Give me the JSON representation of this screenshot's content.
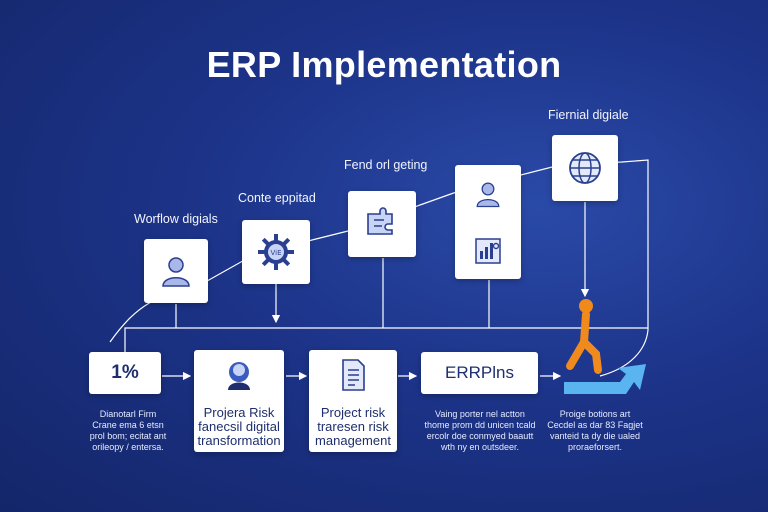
{
  "title": "ERP Implementation",
  "top_labels": {
    "workflow": "Worflow digials",
    "conte": "Conte eppitad",
    "fend": "Fend orl geting",
    "fiernial": "Fiernial digiale"
  },
  "boxes": {
    "percent": "1%",
    "box2_line1": "Projera Risk",
    "box2_line2": "fanecsil digital",
    "box2_line3": "transformation",
    "box3_line1": "Project risk",
    "box3_line2": "traresen risk",
    "box3_line3": "management",
    "erp": "ERRPlns"
  },
  "descriptions": {
    "d1_1": "Dianotarl Firm",
    "d1_2": "Crane ema 6 etsn",
    "d1_3": "prol bom; ecitat ant",
    "d1_4": "orileopy / entersa.",
    "d4_1": "Vaing porter nel actton",
    "d4_2": "thome prom dd unicen tcald",
    "d4_3": "ercolr doe conmyed baautt",
    "d4_4": "wth ny en outsdeer.",
    "d5_1": "Proige botions art",
    "d5_2": "Cecdel as dar 83 Fagjet",
    "d5_3": "vanteid ta dy die ualed",
    "d5_4": "proraeforsert."
  },
  "icons": {
    "person1": "user-icon",
    "gear": "gear-icon",
    "puzzle": "puzzle-icon",
    "person2": "user-icon",
    "chart": "dashboard-icon",
    "globe": "globe-icon",
    "runner": "walking-person-icon",
    "arrow": "up-arrow-icon"
  },
  "colors": {
    "background": "#1c3388",
    "card_text": "#1e2e6e",
    "accent_orange": "#f08a1c",
    "accent_blue": "#5ab4f0"
  }
}
